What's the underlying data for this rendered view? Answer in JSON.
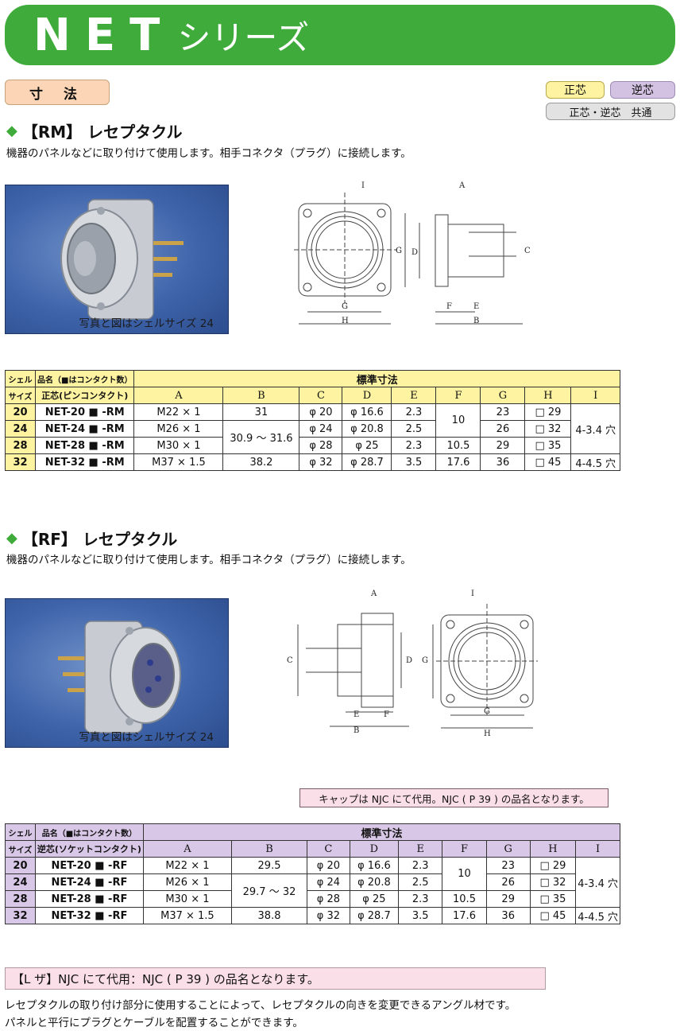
{
  "header": {
    "series_code": "NET",
    "series_suffix": "シリーズ"
  },
  "section_tab": "寸 法",
  "badges": {
    "seishin": "正芯",
    "gyakushin": "逆芯",
    "common": "正芯・逆芯　共通"
  },
  "rm": {
    "heading": "【RM】 レセプタクル",
    "description": "機器のパネルなどに取り付けて使用します。相手コネクタ（プラグ）に接続します。",
    "photo_caption": "写真と図はシェルサイズ 24",
    "drawing_labels": {
      "I": "I",
      "A": "A",
      "G_side": "G",
      "D": "D",
      "C": "C",
      "G_bottom": "G",
      "H": "H",
      "F": "F",
      "E": "E",
      "B": "B"
    },
    "table": {
      "shell_header": "シェル\nサイズ",
      "shell_header_l1": "シェル",
      "shell_header_l2": "サイズ",
      "name_header": "品名（■はコンタクト数）",
      "std_header": "標準寸法",
      "contact_type": "正芯(ピンコンタクト)",
      "columns": [
        "A",
        "B",
        "C",
        "D",
        "E",
        "F",
        "G",
        "H",
        "I"
      ],
      "rows": [
        {
          "size": "20",
          "name": "NET-20 ■ -RM",
          "A": "M22 × 1",
          "B": "31",
          "C": "φ 20",
          "D": "φ 16.6",
          "E": "2.3",
          "G": "23",
          "H": "□ 29"
        },
        {
          "size": "24",
          "name": "NET-24 ■ -RM",
          "A": "M26 × 1",
          "C": "φ 24",
          "D": "φ 20.8",
          "E": "2.5",
          "G": "26",
          "H": "□ 32"
        },
        {
          "size": "28",
          "name": "NET-28 ■ -RM",
          "A": "M30 × 1",
          "C": "φ 28",
          "D": "φ 25",
          "E": "2.3",
          "F": "10.5",
          "G": "29",
          "H": "□ 35"
        },
        {
          "size": "32",
          "name": "NET-32 ■ -RM",
          "A": "M37 × 1.5",
          "B": "38.2",
          "C": "φ 32",
          "D": "φ 28.7",
          "E": "3.5",
          "F": "17.6",
          "G": "36",
          "H": "□ 45",
          "I": "4-4.5 穴"
        }
      ],
      "merged_B": "30.9 ～ 31.6",
      "merged_F": "10",
      "merged_I": "4-3.4 穴"
    }
  },
  "rf": {
    "heading": "【RF】 レセプタクル",
    "description": "機器のパネルなどに取り付けて使用します。相手コネクタ（プラグ）に接続します。",
    "photo_caption": "写真と図はシェルサイズ 24",
    "drawing_labels": {
      "A": "A",
      "I": "I",
      "C": "C",
      "D": "D",
      "G_side": "G",
      "E": "E",
      "F": "F",
      "B": "B",
      "G_bottom": "G",
      "H": "H"
    },
    "cap_note": "キャップは NJC にて代用。NJC ( P 39 ) の品名となります。",
    "table": {
      "shell_header_l1": "シェル",
      "shell_header_l2": "サイズ",
      "name_header": "品名（■はコンタクト数）",
      "std_header": "標準寸法",
      "contact_type": "逆芯(ソケットコンタクト)",
      "columns": [
        "A",
        "B",
        "C",
        "D",
        "E",
        "F",
        "G",
        "H",
        "I"
      ],
      "rows": [
        {
          "size": "20",
          "name": "NET-20 ■ -RF",
          "A": "M22 × 1",
          "B": "29.5",
          "C": "φ 20",
          "D": "φ 16.6",
          "E": "2.3",
          "G": "23",
          "H": "□ 29"
        },
        {
          "size": "24",
          "name": "NET-24 ■ -RF",
          "A": "M26 × 1",
          "C": "φ 24",
          "D": "φ 20.8",
          "E": "2.5",
          "G": "26",
          "H": "□ 32"
        },
        {
          "size": "28",
          "name": "NET-28 ■ -RF",
          "A": "M30 × 1",
          "C": "φ 28",
          "D": "φ 25",
          "E": "2.3",
          "F": "10.5",
          "G": "29",
          "H": "□ 35"
        },
        {
          "size": "32",
          "name": "NET-32 ■ -RF",
          "A": "M37 × 1.5",
          "B": "38.8",
          "C": "φ 32",
          "D": "φ 28.7",
          "E": "3.5",
          "F": "17.6",
          "G": "36",
          "H": "□ 45",
          "I": "4-4.5 穴"
        }
      ],
      "merged_B": "29.7 ～ 32",
      "merged_F": "10",
      "merged_I": "4-3.4 穴"
    }
  },
  "lza": {
    "title": "【L ザ】NJC にて代用：NJC ( P 39 ) の品名となります。",
    "line1": "レセプタクルの取り付け部分に使用することによって、レセプタクルの向きを変更できるアングル材です。",
    "line2": "パネルと平行にプラグとケーブルを配置することができます。"
  },
  "colors": {
    "green": "#3fab3b",
    "yellow": "#fdf3a0",
    "purple": "#d8c7e6",
    "pink": "#fbdfe8",
    "orange": "#fbd5b5"
  }
}
